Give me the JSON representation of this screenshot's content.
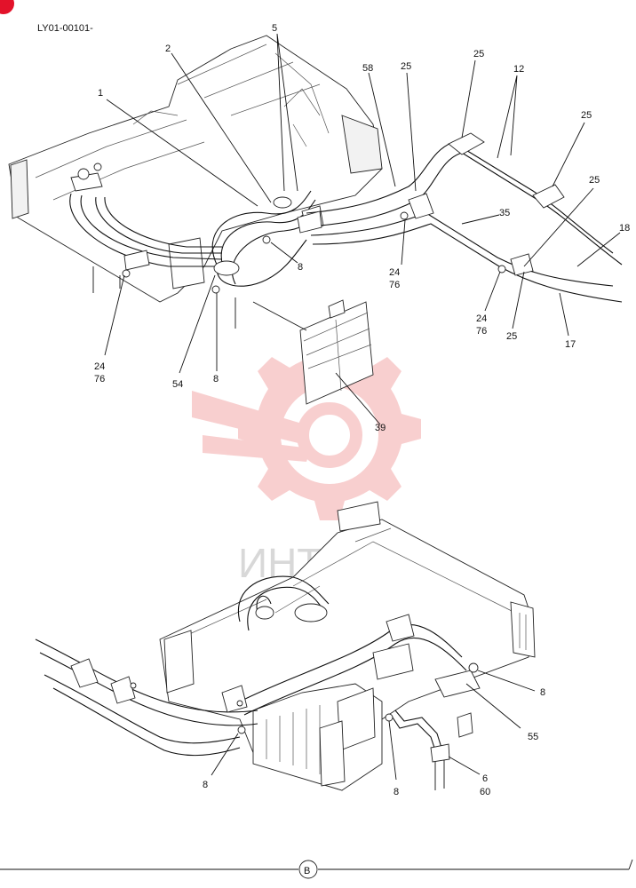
{
  "document": {
    "code": "LY01-00101-",
    "view_marker": "B",
    "watermark_text": "ИНТЕХ"
  },
  "callouts_top": [
    "1",
    "2",
    "5",
    "58",
    "25",
    "25",
    "12",
    "25",
    "25",
    "35",
    "18",
    "8",
    "24",
    "76",
    "24",
    "76",
    "24",
    "76",
    "25",
    "17",
    "54",
    "8",
    "39"
  ],
  "callouts_bottom": [
    "8",
    "55",
    "8",
    "8",
    "6",
    "60"
  ],
  "colors": {
    "line": "#111111",
    "watermark": "#f3b3b3",
    "marker": "#e3122a"
  }
}
